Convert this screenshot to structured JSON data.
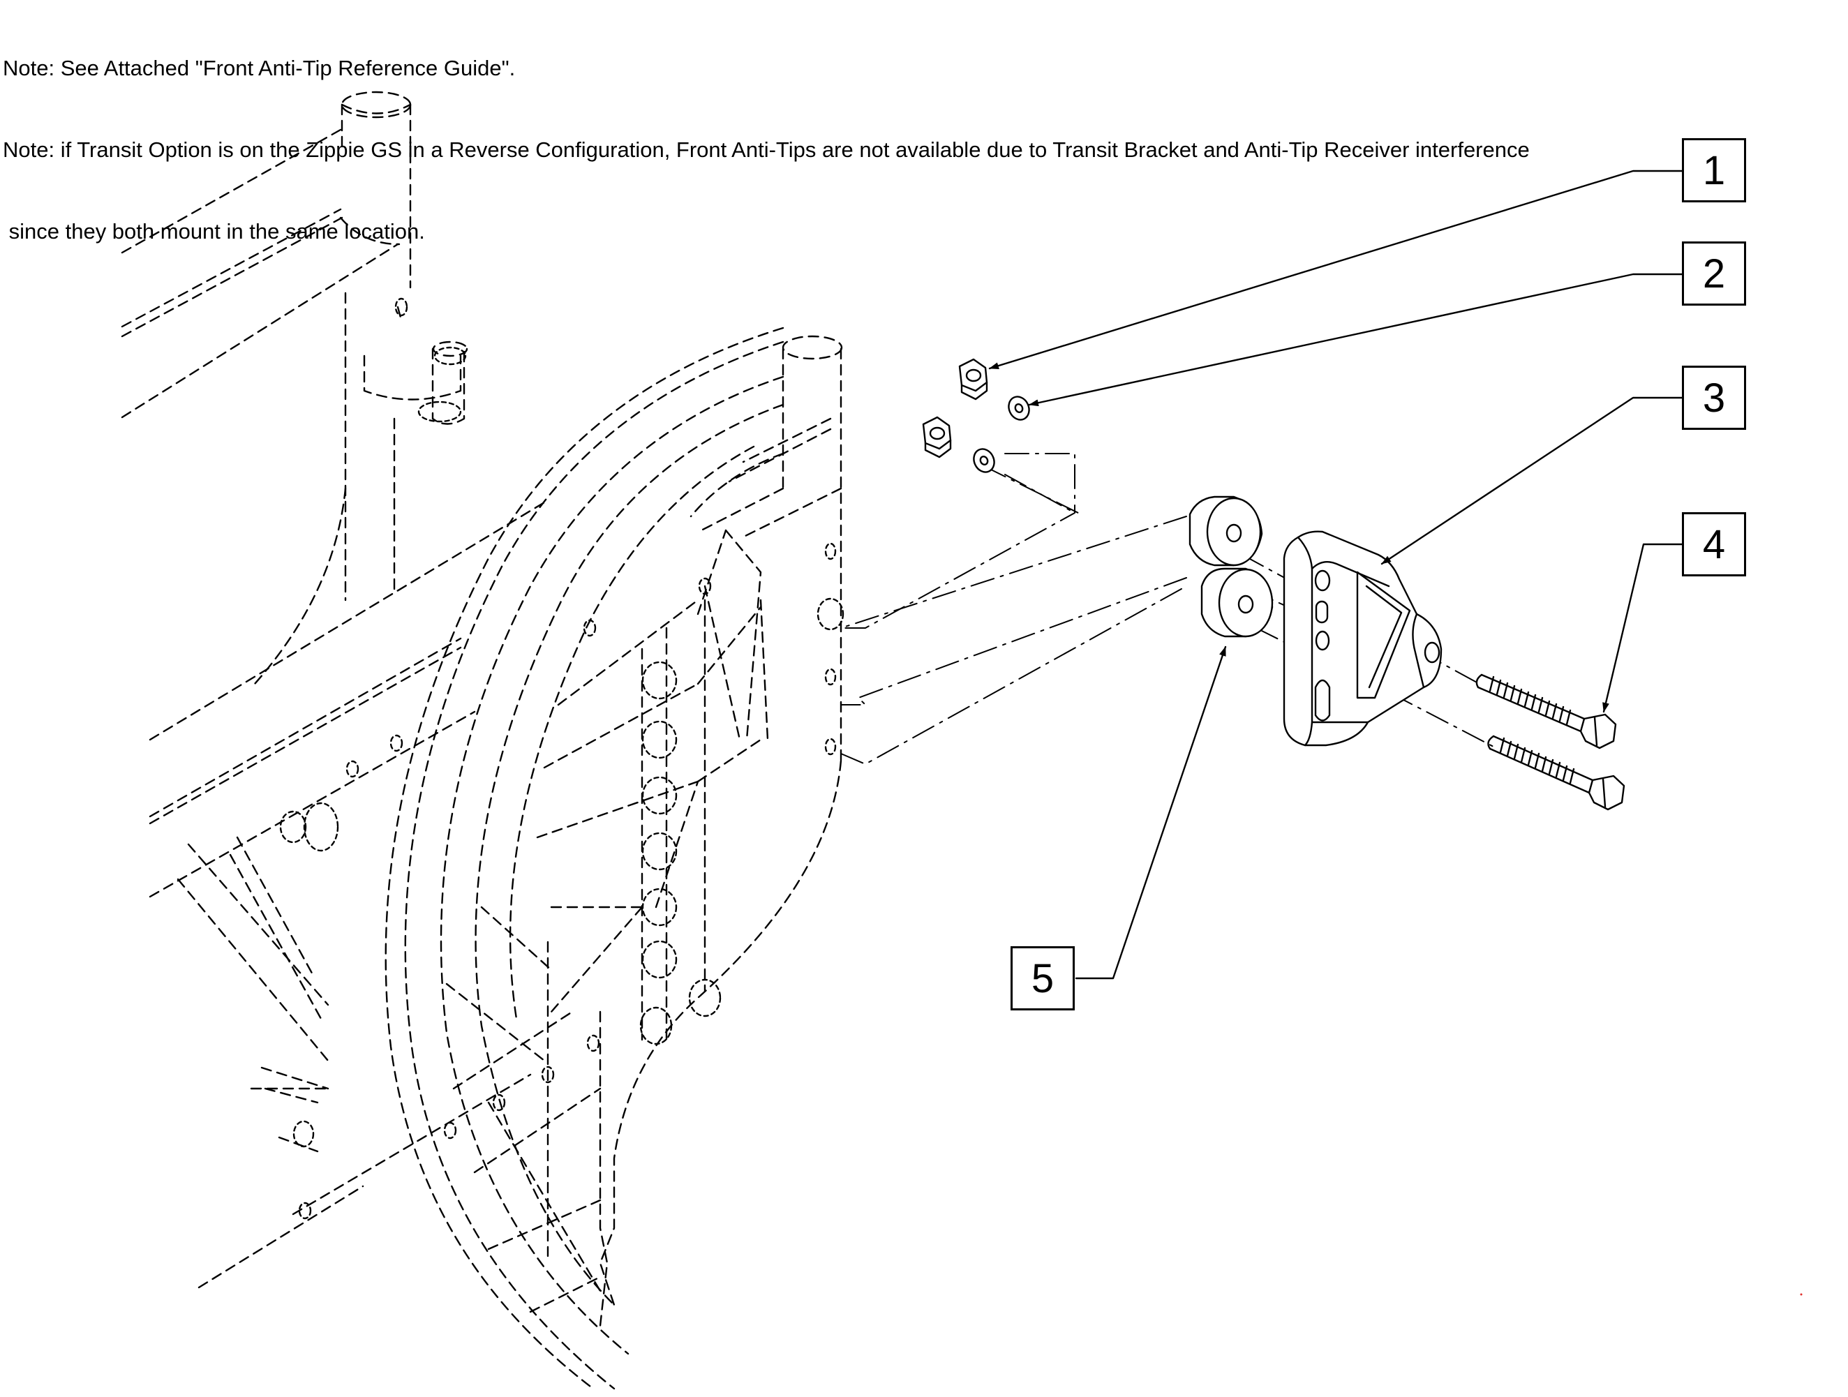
{
  "notes": [
    "Note: See Attached \"Front Anti-Tip Reference Guide\".",
    "Note: if Transit Option is on the Zippie GS in a Reverse Configuration, Front Anti-Tips are not available due to Transit Bracket and Anti-Tip Receiver interference",
    " since they both mount in the same location."
  ],
  "callouts": [
    "1",
    "2",
    "3",
    "4",
    "5"
  ],
  "parts": {
    "1": "lock-nut",
    "2": "washer",
    "3": "anti-tip-receiver-bracket",
    "4": "hex-bolt",
    "5": "spacer"
  },
  "colors": {
    "line": "#000000",
    "background": "#ffffff"
  }
}
